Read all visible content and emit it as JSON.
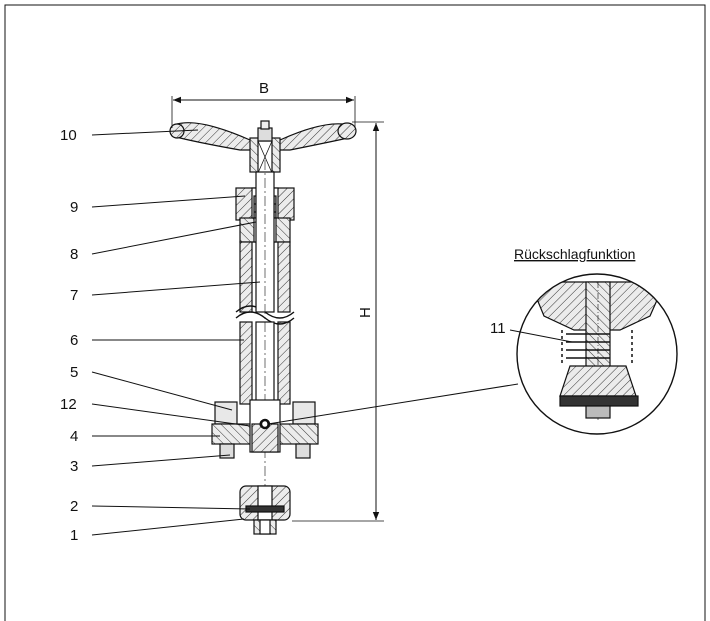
{
  "dimensions": {
    "width_label": "B",
    "height_label": "H"
  },
  "detail": {
    "title": "Rückschlagfunktion",
    "part_label": "11"
  },
  "callouts": [
    {
      "label": "10"
    },
    {
      "label": "9"
    },
    {
      "label": "8"
    },
    {
      "label": "7"
    },
    {
      "label": "6"
    },
    {
      "label": "5"
    },
    {
      "label": "12"
    },
    {
      "label": "4"
    },
    {
      "label": "3"
    },
    {
      "label": "2"
    },
    {
      "label": "1"
    }
  ],
  "colors": {
    "line": "#111111",
    "hatch_fill": "#e6e6e6",
    "solid_fill": "#cfcfcf"
  }
}
